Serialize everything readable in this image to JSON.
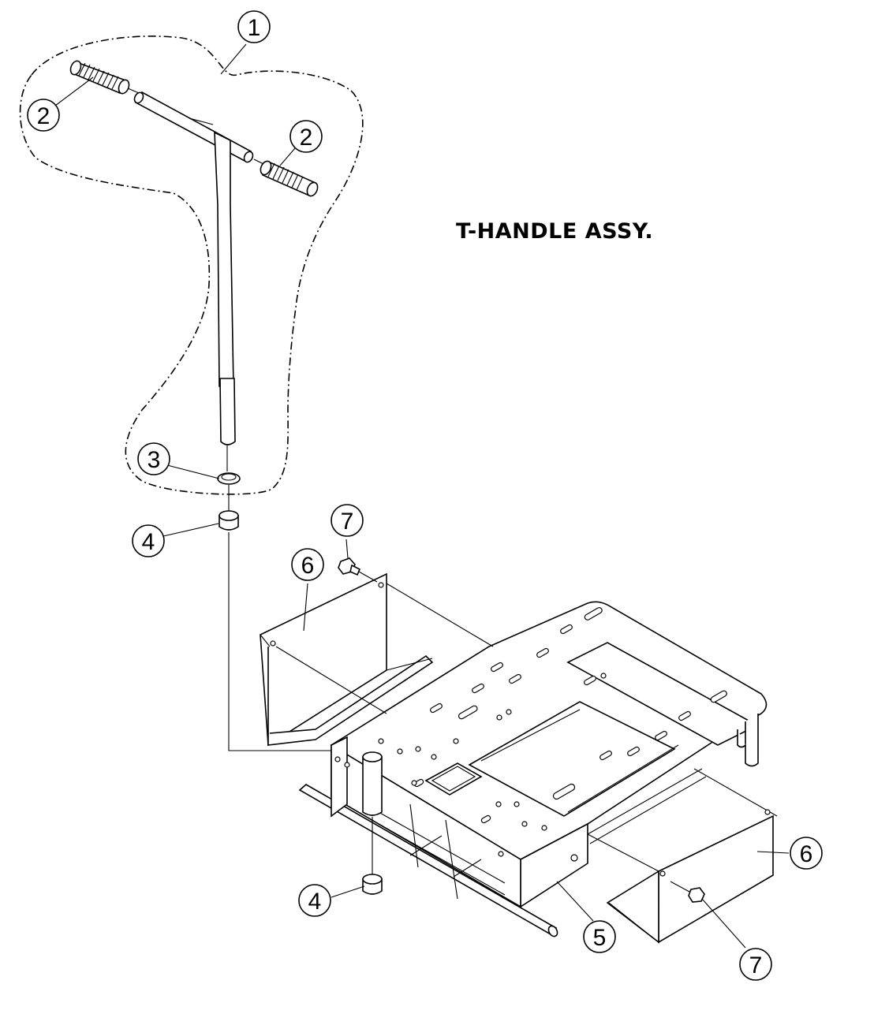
{
  "title": "T-HANDLE ASSY.",
  "callouts": [
    {
      "id": "c1",
      "label": "1"
    },
    {
      "id": "c2a",
      "label": "2"
    },
    {
      "id": "c2b",
      "label": "2"
    },
    {
      "id": "c3",
      "label": "3"
    },
    {
      "id": "c4a",
      "label": "4"
    },
    {
      "id": "c4b",
      "label": "4"
    },
    {
      "id": "c5",
      "label": "5"
    },
    {
      "id": "c6a",
      "label": "6"
    },
    {
      "id": "c6b",
      "label": "6"
    },
    {
      "id": "c7a",
      "label": "7"
    },
    {
      "id": "c7b",
      "label": "7"
    }
  ]
}
